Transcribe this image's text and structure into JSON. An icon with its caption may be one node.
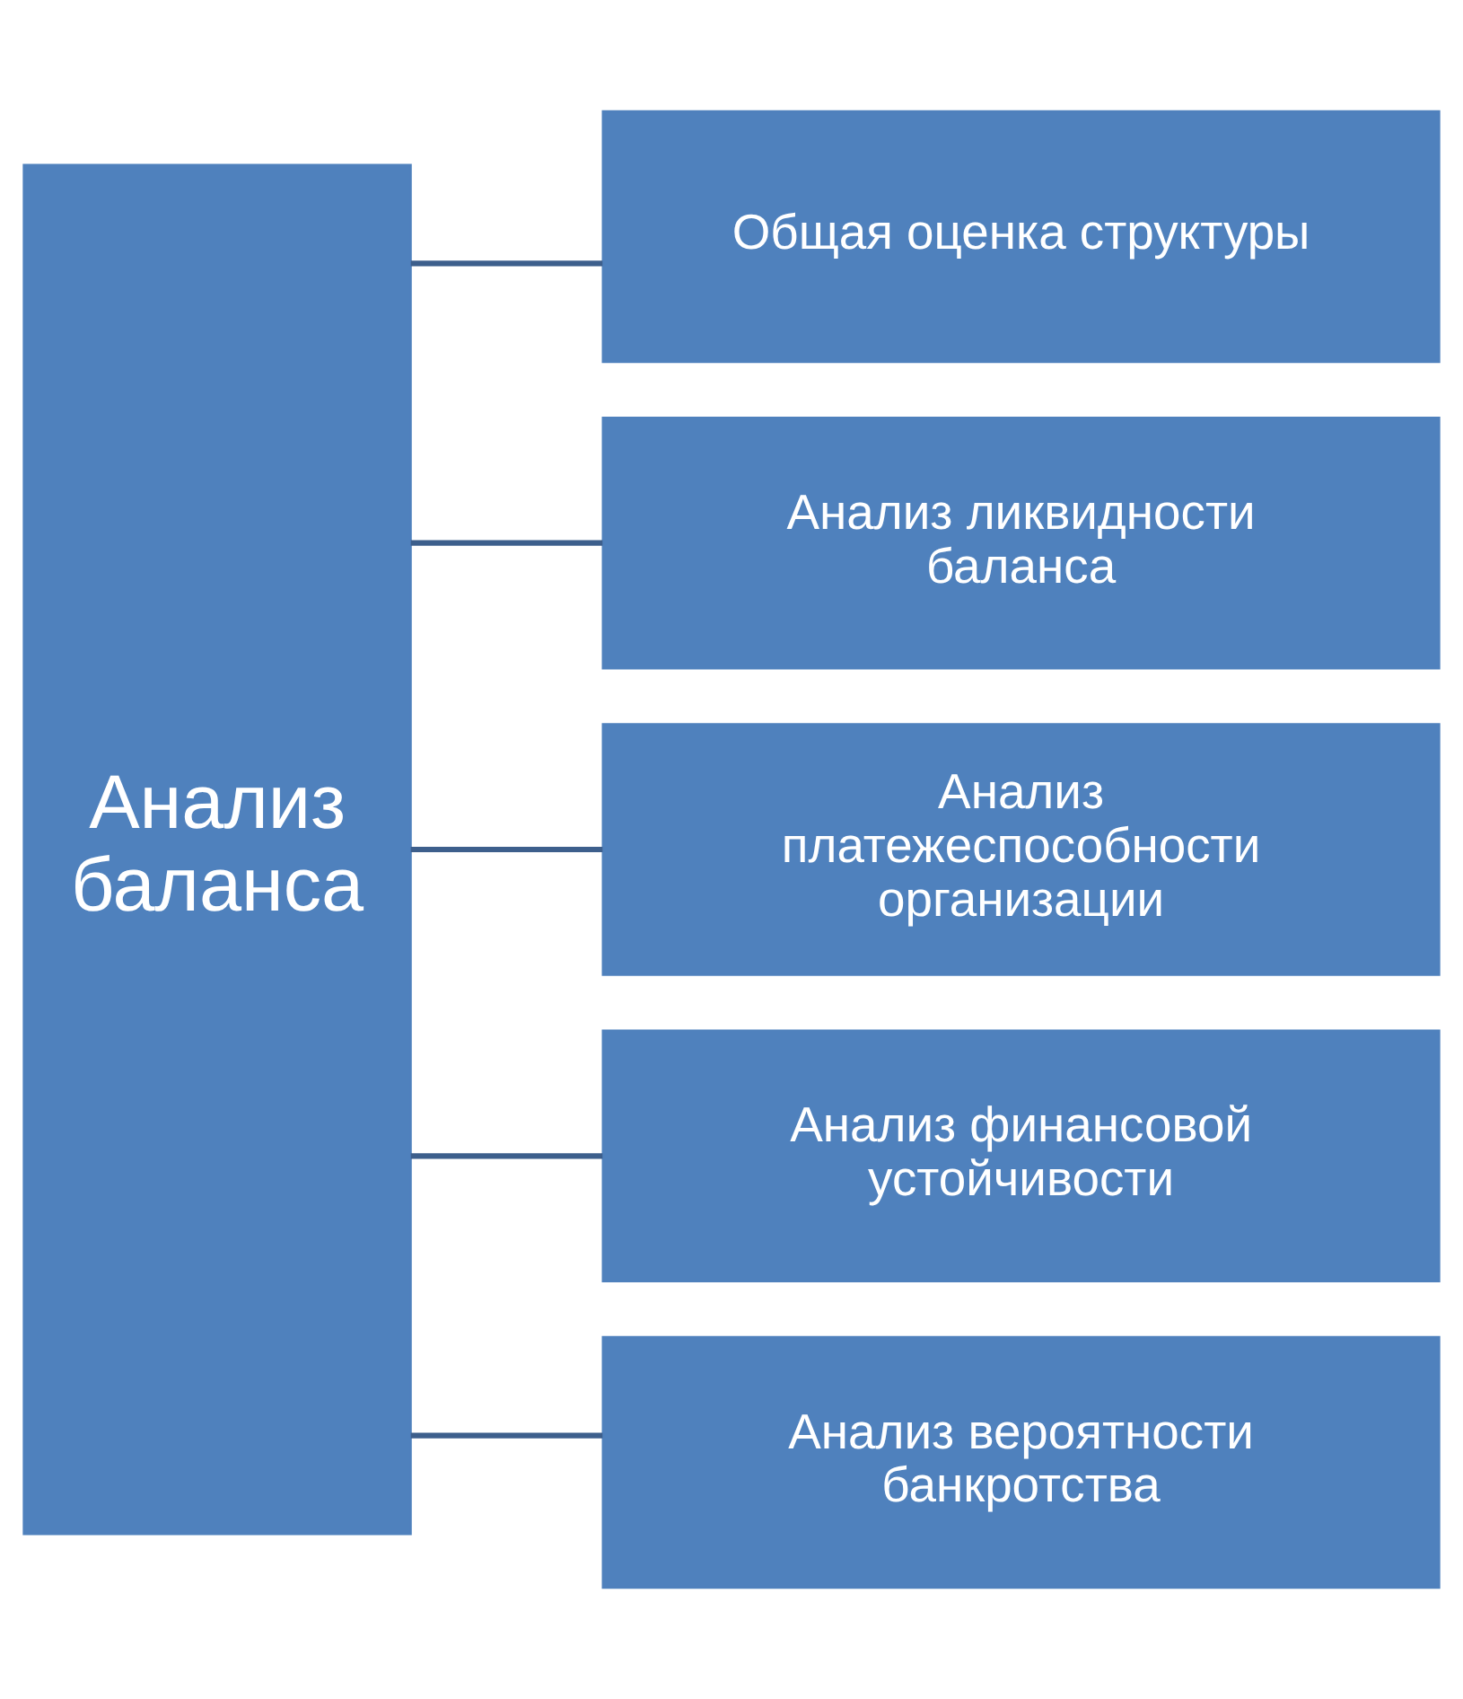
{
  "diagram": {
    "nodes": [
      {
        "text": [
          "Анализ баланса"
        ]
      },
      {
        "text": [
          "Общая оценка структуры"
        ]
      },
      {
        "text": [
          "Анализ ликвидности баланса"
        ]
      },
      {
        "text": [
          "Анализ платежеспособности организации"
        ]
      },
      {
        "text": [
          "Анализ финансовой устойчивости"
        ]
      },
      {
        "text": [
          "Анализ вероятности банкротства"
        ]
      }
    ],
    "edges": [
      {
        "from": 0,
        "to": 1,
        "arrow": "none"
      },
      {
        "from": 0,
        "to": 2,
        "arrow": "none"
      },
      {
        "from": 0,
        "to": 3,
        "arrow": "none"
      },
      {
        "from": 0,
        "to": 4,
        "arrow": "none"
      },
      {
        "from": 0,
        "to": 5,
        "arrow": "none"
      }
    ]
  }
}
